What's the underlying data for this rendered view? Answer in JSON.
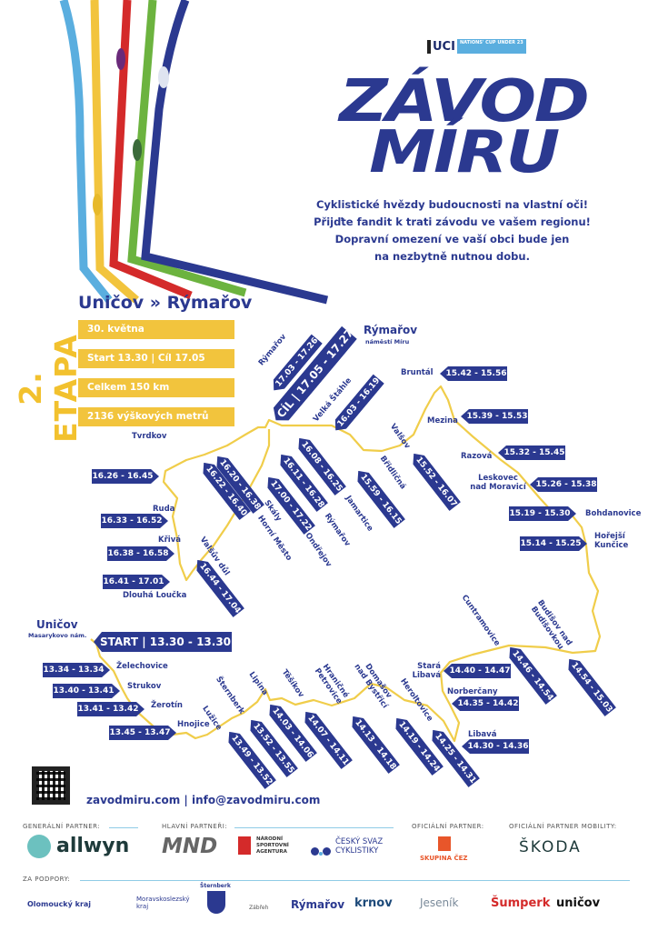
{
  "header": {
    "uci_logo": "UCI",
    "uci_sub": "NATIONS' CUP UNDER 23",
    "logo_line1": "ZÁVOD",
    "logo_line2": "MÍRU",
    "tagline": [
      "Cyklistické hvězdy budoucnosti na vlastní oči!",
      "Přijďte fandit k trati závodu  ve vašem regionu!",
      "Dopravní omezení ve vaší obci bude jen",
      "na nezbytně nutnou dobu."
    ]
  },
  "stage": {
    "label": "2. ETAPA",
    "title": "Uničov » Rýmařov",
    "info": [
      "30. května",
      "Start 13.30 | Cíl 17.05",
      "Celkem 150 km",
      "2136 výškových metrů"
    ]
  },
  "colors": {
    "navy": "#2b3990",
    "yellow": "#f2c43d",
    "route": "#f0cd4a",
    "stripes": [
      "#5aaedf",
      "#f2c43d",
      "#d42a2a",
      "#6cb33f",
      "#2b3990"
    ]
  },
  "stops": [
    {
      "town": "Uničov",
      "place": "Masarykovo nám.",
      "time": "START | 13.30 - 13.30"
    },
    {
      "town": "Želechovice",
      "time": "13.34 - 13.34"
    },
    {
      "town": "Strukov",
      "time": "13.40 - 13.41"
    },
    {
      "town": "Žerotín",
      "time": "13.41 - 13.42"
    },
    {
      "town": "Hnojice",
      "time": "13.45 - 13.47"
    },
    {
      "town": "Lužice",
      "time": "13.49 - 13.52"
    },
    {
      "town": "Šternberk",
      "time": "13.52 - 13.55"
    },
    {
      "town": "Lipina",
      "time": "14.03 - 14.06"
    },
    {
      "town": "Těšíkov",
      "time": "14.07 - 14.11"
    },
    {
      "town": "Hraničné Petrovice",
      "time": "14.13 - 14.18"
    },
    {
      "town": "Domašov nad Bystřicí",
      "time": "14.19 - 14.24"
    },
    {
      "town": "Heroltovice",
      "time": "14.25 - 14.31"
    },
    {
      "town": "Libavá",
      "time": "14.30 - 14.36"
    },
    {
      "town": "Norberčany",
      "time": "14.35 - 14.42"
    },
    {
      "town": "Stará Libavá",
      "time": "14.40 - 14.47"
    },
    {
      "town": "Cuntramovice",
      "time": "14.46 - 14.54"
    },
    {
      "town": "Budišov nad Budišovkou",
      "time": "14.54 - 15.03"
    },
    {
      "town": "Hořejší Kunčice",
      "time": "15.14 - 15.25"
    },
    {
      "town": "Bohdanovice",
      "time": "15.19 - 15.30"
    },
    {
      "town": "Leskovec nad Moravicí",
      "time": "15.26 - 15.38"
    },
    {
      "town": "Razová",
      "time": "15.32 - 15.45"
    },
    {
      "town": "Mezina",
      "time": "15.39 - 15.53"
    },
    {
      "town": "Bruntál",
      "time": "15.42 - 15.56"
    },
    {
      "town": "Valšov",
      "time": "15.52 - 16.07"
    },
    {
      "town": "Břidličná",
      "time": "15.59 - 16.15"
    },
    {
      "town": "Velká Štáhle",
      "time": "16.03 - 16.19"
    },
    {
      "town": "Jamartice",
      "time": "16.08 - 16.25"
    },
    {
      "town": "Rýmařov",
      "time": "16.11 - 16.28"
    },
    {
      "town": "Skály",
      "time": "16.20 - 16.38"
    },
    {
      "town": "Horní Město",
      "time": "16.22 - 16.40"
    },
    {
      "town": "Tvrdkov",
      "time": "16.26 - 16.45"
    },
    {
      "town": "Ruda",
      "time": "16.33 - 16.52"
    },
    {
      "town": "Křivá",
      "time": "16.38 - 16.58"
    },
    {
      "town": "Dlouhá Loučka",
      "time": "16.41 - 17.01"
    },
    {
      "town": "Valšův důl",
      "time": "16.44 - 17.04"
    },
    {
      "town": "Ondřejov",
      "time": "17.00 - 17.22"
    },
    {
      "town": "Rýmařov",
      "time": "17.03 - 17.26"
    },
    {
      "town": "Rýmařov",
      "place": "náměstí Míru",
      "time": "CÍL | 17.05 - 17.27"
    }
  ],
  "footer": {
    "web": "zavodmiru.com | info@zavodmiru.com",
    "general_label": "GENERÁLNÍ PARTNER:",
    "general": [
      "allwyn"
    ],
    "main_label": "HLAVNÍ PARTNEŘI:",
    "main": [
      "MND",
      "NÁRODNÍ SPORTOVNÍ AGENTURA",
      "ČESKÝ SVAZ CYKLISTIKY"
    ],
    "official_label": "OFICIÁLNÍ PARTNER:",
    "official": [
      "SKUPINA ČEZ"
    ],
    "mobility_label": "OFICIÁLNÍ PARTNER MOBILITY:",
    "mobility": [
      "ŠKODA"
    ],
    "support_label": "ZA PODPORY:",
    "support": [
      "Olomoucký kraj",
      "Moravskoslezský kraj",
      "Šternberk",
      "Zábřeh",
      "Rýmařov",
      "krnov",
      "Jeseník",
      "Šumperk",
      "uničov"
    ]
  }
}
